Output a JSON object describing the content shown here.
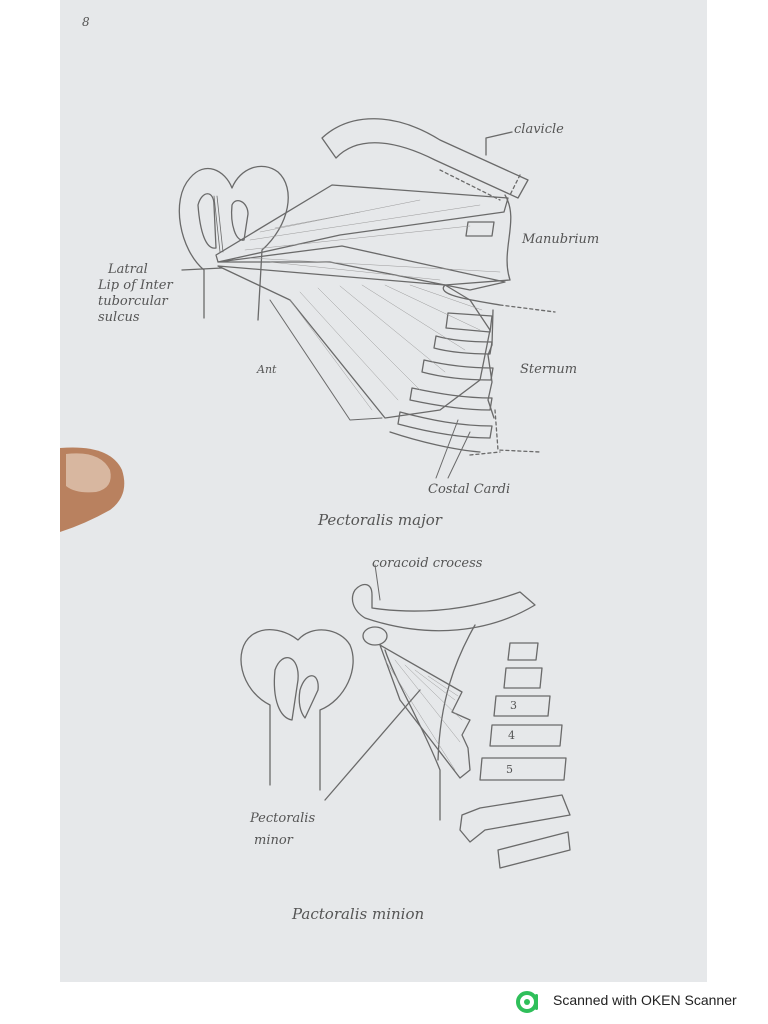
{
  "page": {
    "number": "8"
  },
  "figure1": {
    "caption": "Pectoralis major",
    "labels": {
      "clavicle": "clavicle",
      "manubrium": "Manubrium",
      "sternum": "Sternum",
      "ant": "Ant",
      "costal": "Costal Cardi",
      "lateral_lip": [
        "Latral",
        "Lip of Inter",
        "tuborcular",
        "sulcus"
      ]
    }
  },
  "figure2": {
    "caption": "Pactoralis minion",
    "labels": {
      "coracoid": "coracoid crocess",
      "pectoralis_minor": [
        "Pectoralis",
        "minor"
      ],
      "rib3": "3",
      "rib4": "4",
      "rib5": "5"
    }
  },
  "footer": {
    "text": "Scanned with OKEN Scanner",
    "logo_icon": "oken-scanner-logo-icon",
    "logo_color": "#2fbf5a"
  }
}
